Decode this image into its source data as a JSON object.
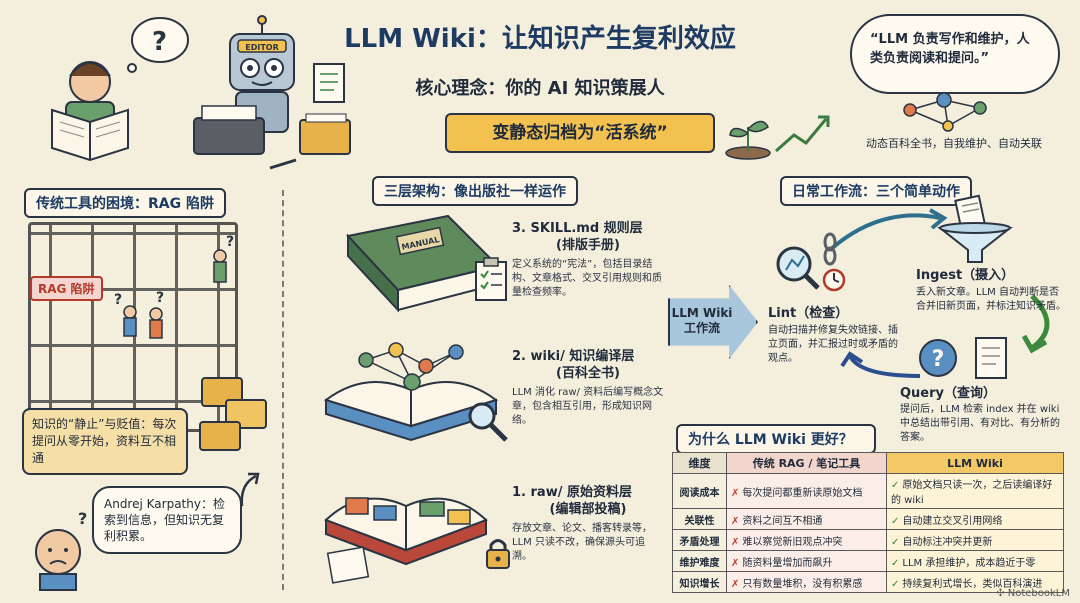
{
  "header": {
    "title": "LLM Wiki：让知识产生复利效应",
    "subtitle": "核心理念：你的 AI 知识策展人",
    "banner": "变静态归档为“活系统”",
    "quote": "“LLM 负责写作和维护，人类负责阅读和提问。”",
    "right_caption": "动态百科全书，自我维护、自动关联",
    "robot_badge": "EDITOR"
  },
  "left": {
    "heading": "传统工具的困境：RAG 陷阱",
    "rag_tag": "RAG 陷阱",
    "static_note": "知识的“静止”与贬值：每次提问从零开始，资料互不相通",
    "karpathy_note": "Andrej Karpathy：检索到信息，但知识无复利积累。"
  },
  "middle": {
    "heading": "三层架构：像出版社一样运作",
    "manual_label": "MANUAL",
    "layers": [
      {
        "title": "3. SKILL.md 规则层",
        "subtitle": "(排版手册)",
        "desc": "定义系统的“宪法”，包括目录结构、文章格式、交叉引用规则和质量检查频率。"
      },
      {
        "title": "2. wiki/ 知识编译层",
        "subtitle": "(百科全书)",
        "desc": "LLM 消化 raw/ 资料后编写概念文章，包含相互引用，形成知识网络。"
      },
      {
        "title": "1. raw/ 原始资料层",
        "subtitle": "(编辑部投稿)",
        "desc": "存放文章、论文、播客转录等，LLM 只读不改，确保源头可追溯。"
      }
    ]
  },
  "right": {
    "heading": "日常工作流：三个简单动作",
    "arrow_label": "LLM Wiki 工作流",
    "ingest": {
      "title": "Ingest（摄入）",
      "desc": "丢入新文章。LLM 自动判断是否合并旧新页面，并标注知识矛盾。"
    },
    "lint": {
      "title": "Lint（检查）",
      "desc": "自动扫描并修复失效链接、插立页面，并汇报过时或矛盾的观点。"
    },
    "query": {
      "title": "Query（查询）",
      "desc": "提问后，LLM 检索 index 并在 wiki 中总结出带引用、有对比、有分析的答案。"
    }
  },
  "comparison": {
    "title": "为什么 LLM Wiki 更好？",
    "headers": [
      "维度",
      "传统 RAG / 笔记工具",
      "LLM Wiki"
    ],
    "rows": [
      {
        "dim": "阅读成本",
        "rag": "每次提问都重新读原始文档",
        "wiki": "原始文档只读一次，之后读编译好的 wiki"
      },
      {
        "dim": "关联性",
        "rag": "资料之间互不相通",
        "wiki": "自动建立交叉引用网络"
      },
      {
        "dim": "矛盾处理",
        "rag": "难以察觉新旧观点冲突",
        "wiki": "自动标注冲突并更新"
      },
      {
        "dim": "维护难度",
        "rag": "随资料量增加而飙升",
        "wiki": "LLM 承担维护，成本趋近于零"
      },
      {
        "dim": "知识增长",
        "rag": "只有数量堆积，没有积累感",
        "wiki": "持续复利式增长，类似百科演进"
      }
    ]
  },
  "footer": {
    "brand": "NotebookLM"
  }
}
